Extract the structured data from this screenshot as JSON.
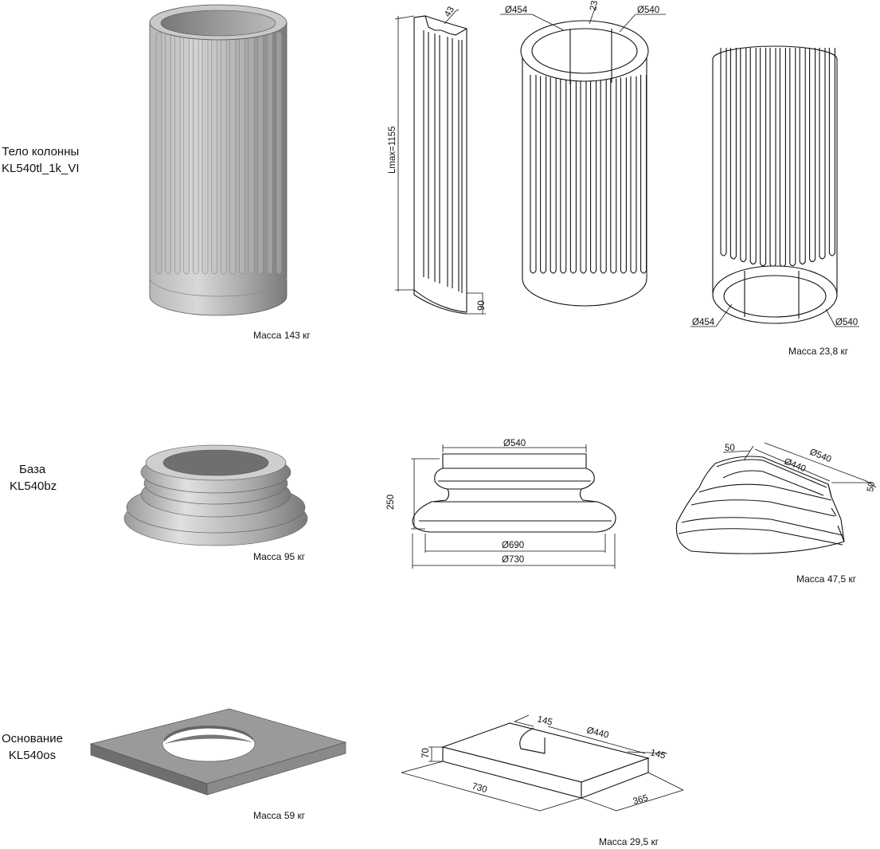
{
  "sections": {
    "body": {
      "title": "Тело колонны",
      "code": "KL540tl_1k_VI"
    },
    "base": {
      "title": "База",
      "code": "KL540bz"
    },
    "plinth": {
      "title": "Основание",
      "code": "KL540os"
    }
  },
  "masses": {
    "body_full": "Масса 143 кг",
    "body_part": "Масса 23,8 кг",
    "base_full": "Масса 95 кг",
    "base_part": "Масса 47,5 кг",
    "plinth_full": "Масса 59 кг",
    "plinth_part": "Масса 29,5 кг"
  },
  "dimensions": {
    "body": {
      "flute_depth": "43",
      "height": "Lmax=1155",
      "bottom_band": "90",
      "inner_d": "Ø454",
      "flute_w": "23",
      "outer_d": "Ø540",
      "inner_d_bottom": "Ø454",
      "outer_d_bottom": "Ø540"
    },
    "base": {
      "top_d": "Ø540",
      "height": "250",
      "mid_d": "Ø690",
      "bottom_d": "Ø730",
      "ring_w_left": "50",
      "inner_d_iso": "Ø440",
      "outer_d_iso": "Ø540",
      "ring_w_right": "50"
    },
    "plinth": {
      "thickness": "70",
      "rim_back": "145",
      "hole_d": "Ø440",
      "rim_side": "145",
      "length": "730",
      "width": "365"
    }
  },
  "colors": {
    "ink": "#111111",
    "render_light": "#dcdcdc",
    "render_mid": "#a9a9a9",
    "render_dark": "#6f6f6f"
  }
}
